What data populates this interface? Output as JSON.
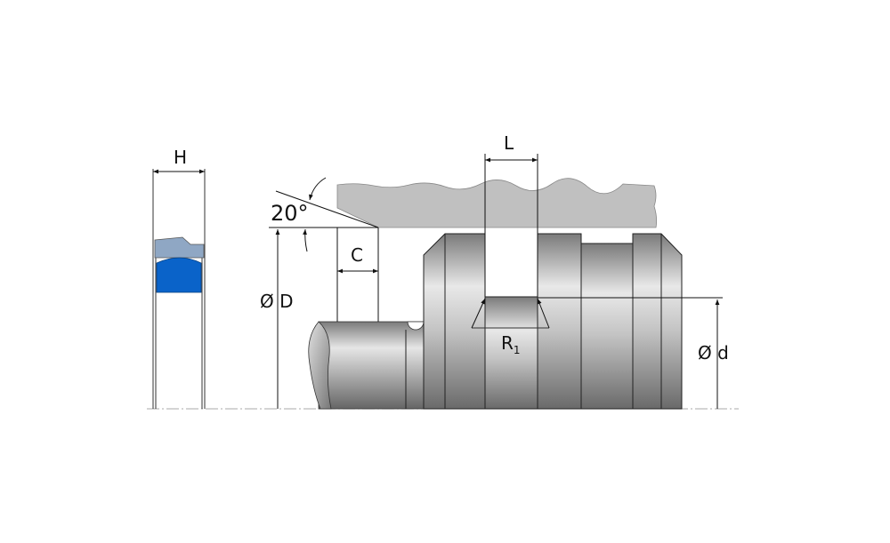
{
  "labels": {
    "H": "H",
    "angle": "20°",
    "C": "C",
    "D": "Ø D",
    "L": "L",
    "R": "R",
    "R_sub": "1",
    "d": "Ø d"
  },
  "colors": {
    "seal_back": "#8fa7c4",
    "seal_main": "#0a63c9",
    "housing": "#c0c0c0",
    "metal_light": "#e6e6e6",
    "metal_dark": "#6e6e6e"
  }
}
